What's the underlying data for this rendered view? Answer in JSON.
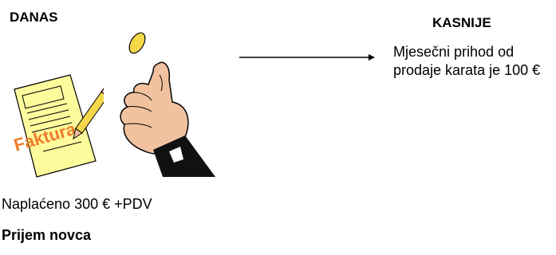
{
  "left": {
    "title": "DANAS",
    "invoice_label": "Faktura",
    "caption": "Naplaćeno 300 € +PDV",
    "footer": "Prijem novca"
  },
  "right": {
    "title": "KASNIJE",
    "text": "Mjesečni prihod od prodaje karata je 100 €"
  },
  "colors": {
    "invoice_paper": "#fdfb9c",
    "invoice_label": "#f07b2c",
    "coin": "#f5d84a",
    "skin": "#f2c2a0",
    "sleeve": "#111111"
  }
}
